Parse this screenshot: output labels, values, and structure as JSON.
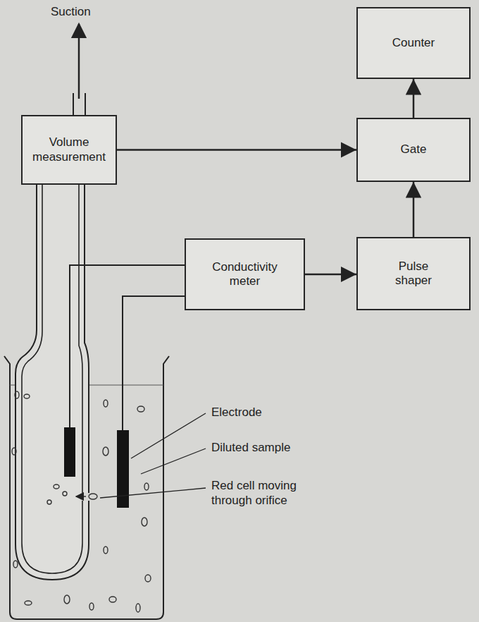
{
  "diagram": {
    "nodes": [
      {
        "text": [
          "Counter"
        ]
      },
      {
        "text": [
          "Volume measurement"
        ]
      },
      {
        "text": [
          "Gate"
        ]
      },
      {
        "text": [
          "Conductivity meter"
        ]
      },
      {
        "text": [
          "Pulse shaper"
        ]
      }
    ],
    "edges": [
      {
        "from": 1,
        "to": 2,
        "arrow": "to"
      },
      {
        "from": 3,
        "to": 4,
        "arrow": "to"
      },
      {
        "from": 4,
        "to": 2,
        "arrow": "to"
      },
      {
        "from": 2,
        "to": 0,
        "arrow": "to"
      }
    ],
    "labels": [
      "Suction",
      "Electrode",
      "Diluted sample",
      "Red cell moving through orifice"
    ]
  }
}
